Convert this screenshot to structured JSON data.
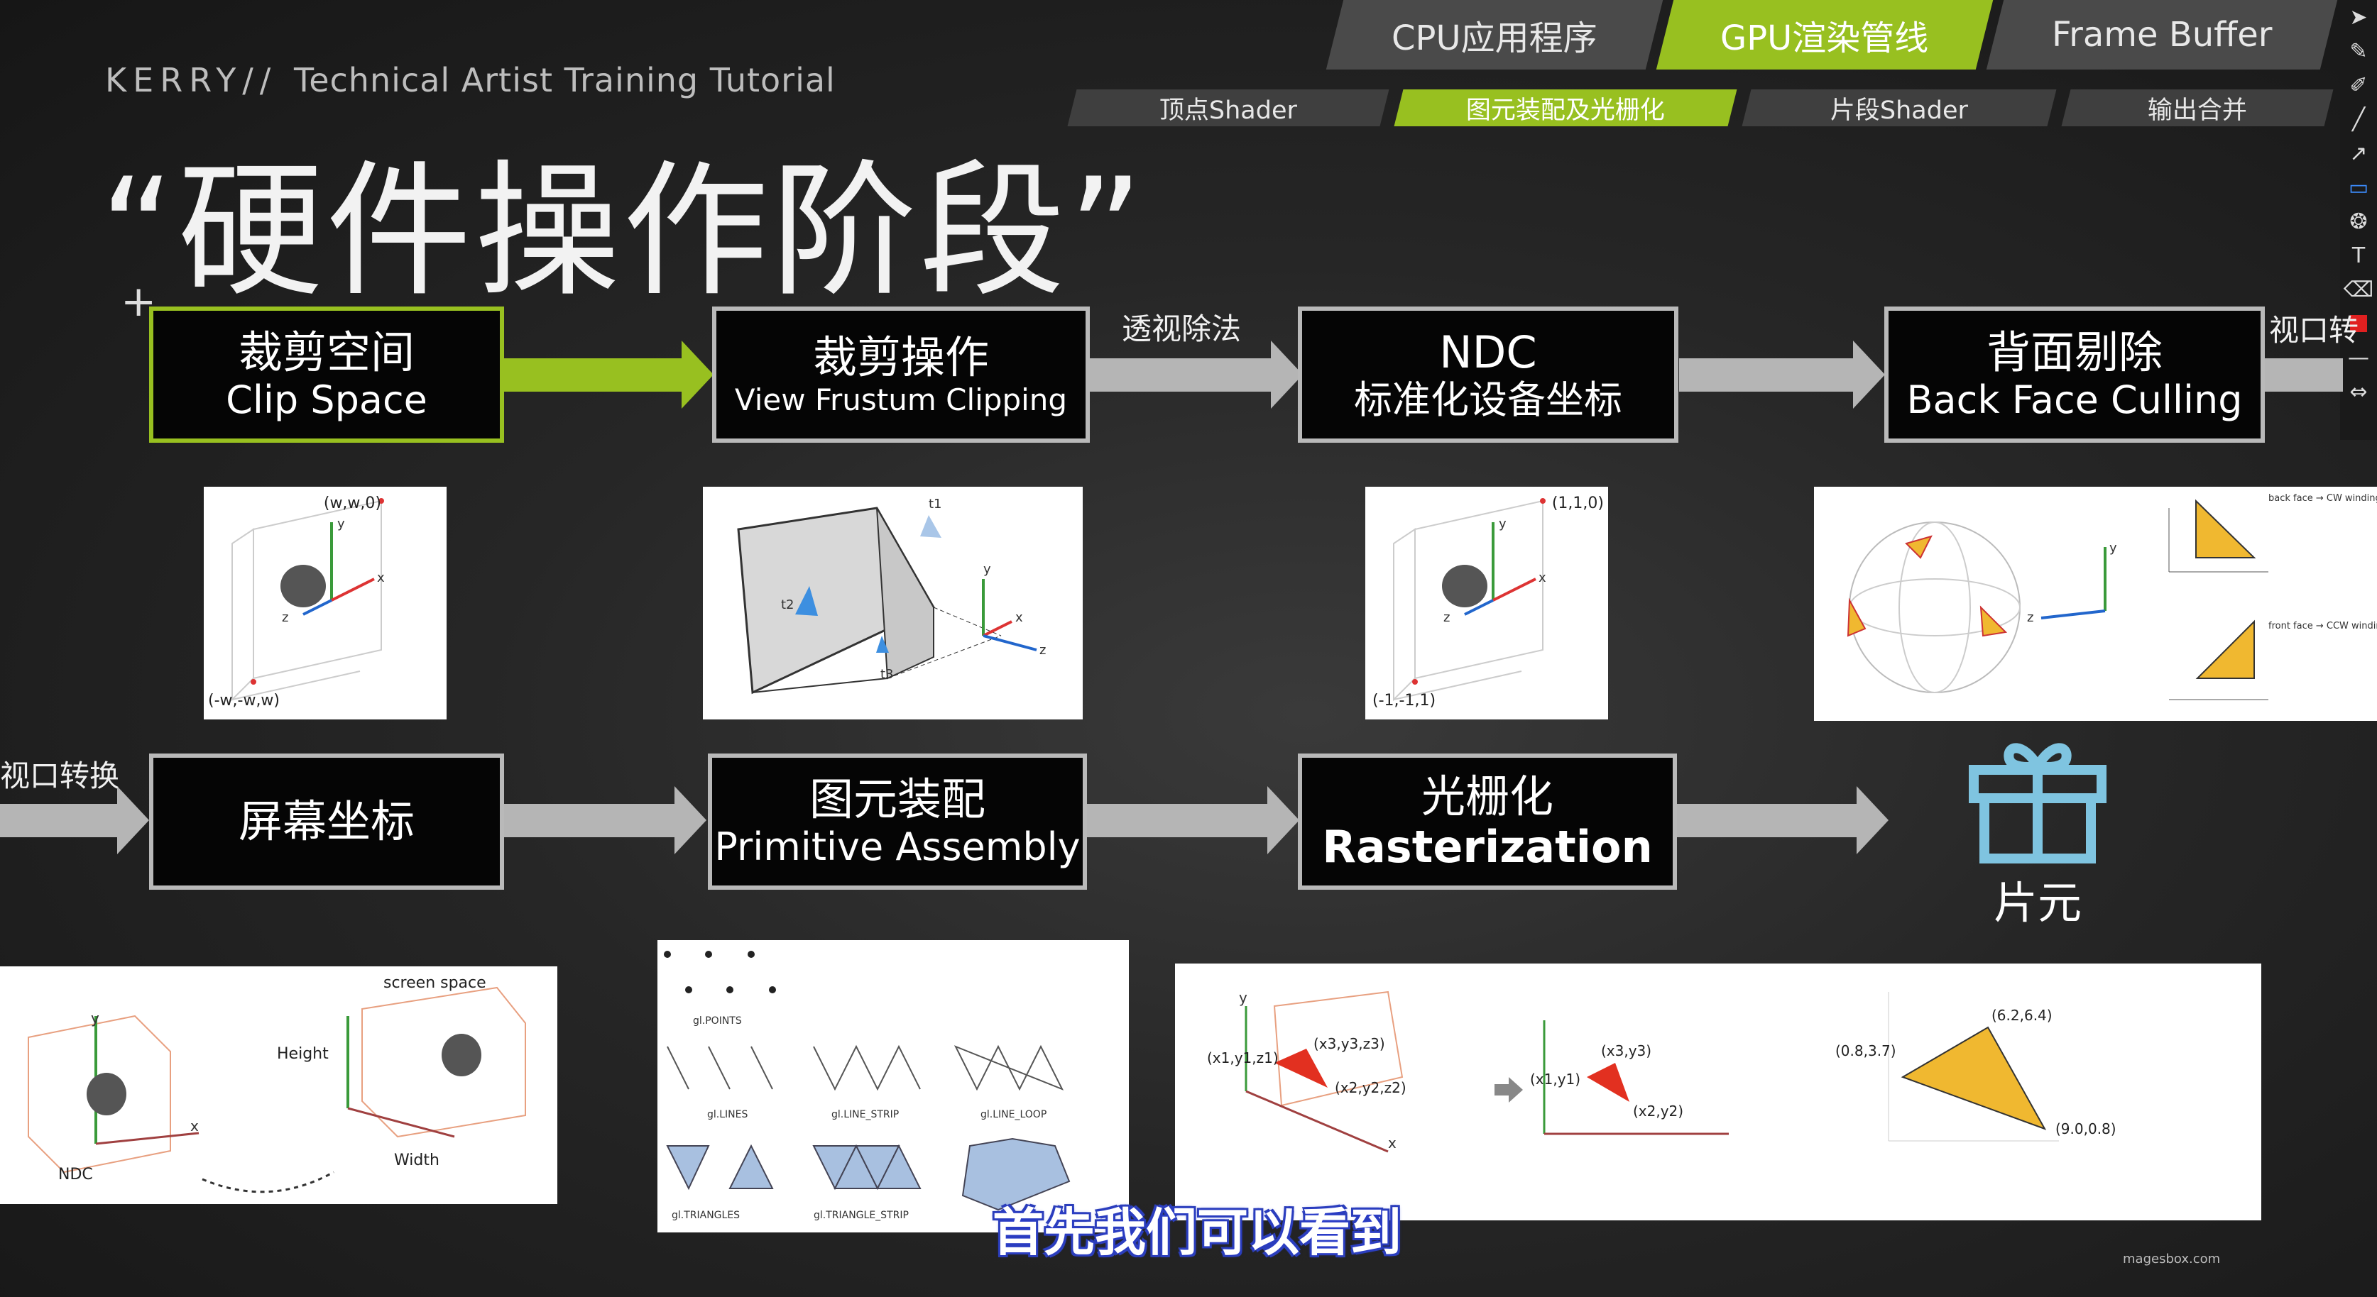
{
  "header": {
    "brand": "KERRY//",
    "brand_sub": "Technical Artist Training Tutorial",
    "title": "“硬件操作阶段”"
  },
  "tabs_top": [
    {
      "label": "CPU应用程序",
      "active": false
    },
    {
      "label": "GPU渲染管线",
      "active": true
    },
    {
      "label": "Frame Buffer",
      "active": false
    }
  ],
  "tabs_sub": [
    {
      "label": "顶点Shader",
      "active": false
    },
    {
      "label": "图元装配及光栅化",
      "active": true
    },
    {
      "label": "片段Shader",
      "active": false
    },
    {
      "label": "输出合并",
      "active": false
    }
  ],
  "row1": {
    "clip_space": {
      "zh": "裁剪空间",
      "en": "Clip Space"
    },
    "clipping": {
      "zh": "裁剪操作",
      "en": "View Frustum Clipping"
    },
    "perspective_divide": "透视除法",
    "ndc": {
      "zh": "NDC",
      "en": "标准化设备坐标"
    },
    "backface": {
      "zh": "背面剔除",
      "en": "Back Face Culling"
    },
    "viewport_cut": "视口转"
  },
  "row2": {
    "viewport_transform": "视口转换",
    "screen": {
      "zh": "屏幕坐标"
    },
    "primitive": {
      "zh": "图元装配",
      "en": "Primitive Assembly"
    },
    "raster": {
      "zh": "光栅化",
      "en": "Rasterization"
    },
    "fragment": "片元"
  },
  "figures": {
    "clip_top": "(w,w,0)",
    "clip_bottom": "(-w,-w,w)",
    "ndc_top": "(1,1,0)",
    "ndc_bottom": "(-1,-1,1)",
    "t1": "t1",
    "t2": "t2",
    "t3": "t3",
    "axis_x": "x",
    "axis_y": "y",
    "axis_z": "z",
    "screen_space": "screen space",
    "height": "Height",
    "width": "Width",
    "ndc": "NDC",
    "gl_points": "gl.POINTS",
    "gl_lines": "gl.LINES",
    "gl_line_strip": "gl.LINE_STRIP",
    "gl_line_loop": "gl.LINE_LOOP",
    "gl_triangles": "gl.TRIANGLES",
    "gl_triangle_strip": "gl.TRIANGLE_STRIP",
    "back_face": "back face → CW winding",
    "front_face": "front face → CCW winding",
    "raster_p1": "(x1,y1,z1)",
    "raster_p2": "(x2,y2,z2)",
    "raster_p3": "(x3,y3,z3)",
    "raster_q1": "(x1,y1)",
    "raster_q2": "(x2,y2)",
    "raster_q3": "(x3,y3)",
    "grid_a": "(0.8,3.7)",
    "grid_b": "(6.2,6.4)",
    "grid_c": "(9.0,0.8)"
  },
  "subtitle": "首先我们可以看到",
  "watermark": "magesbox.com",
  "colors": {
    "accent": "#98c020",
    "box_border": "#b9b9b9",
    "arrow": "#b5b5b5",
    "icon_blue": "#7fc4e0"
  }
}
